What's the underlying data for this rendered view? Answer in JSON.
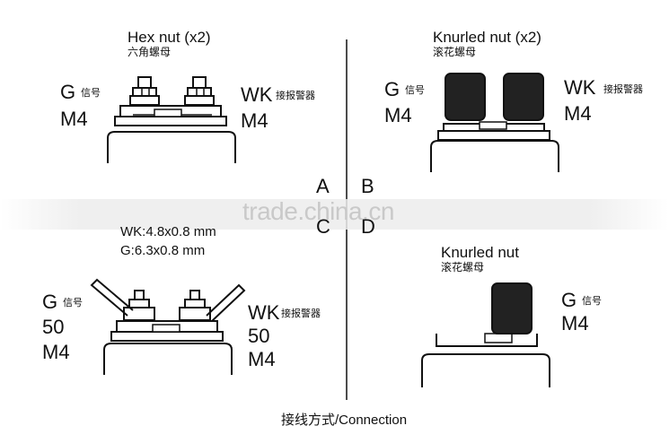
{
  "quad_a_top": {
    "title": "Hex nut (x2)",
    "title_cn": "六角螺母",
    "left_label": "G",
    "left_label_cn": "信号",
    "left_size": "M4",
    "right_label": "WK",
    "right_label_cn": "接报警器",
    "right_size": "M4"
  },
  "quad_b_top": {
    "title": "Knurled nut (x2)",
    "title_cn": "滚花螺母",
    "left_label": "G",
    "left_label_cn": "信号",
    "left_size": "M4",
    "right_label": "WK",
    "right_label_cn": "接报警器",
    "right_size": "M4"
  },
  "quad_c_bottom": {
    "spec_wk": "WK:4.8x0.8 mm",
    "spec_g": "G:6.3x0.8 mm",
    "left_label": "G",
    "left_label_cn": "信号",
    "left_num": "50",
    "left_size": "M4",
    "right_label": "WK",
    "right_label_cn": "接报警器",
    "right_num": "50",
    "right_size": "M4"
  },
  "quad_d_bottom": {
    "title": "Knurled nut",
    "title_cn": "滚花螺母",
    "label": "G",
    "label_cn": "信号",
    "size": "M4"
  },
  "center_letters": {
    "a": "A",
    "b": "B",
    "c": "C",
    "d": "D"
  },
  "footer": {
    "caption": "接线方式/Connection"
  },
  "watermark": {
    "text": "trade.china.cn"
  }
}
